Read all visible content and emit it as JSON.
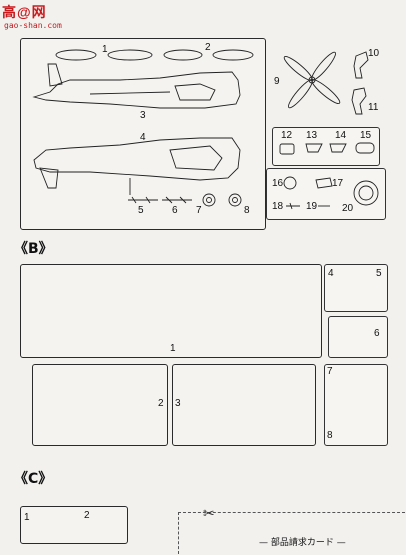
{
  "watermark": {
    "logo": "高@网",
    "url": "gao-shan.com"
  },
  "sections": {
    "b": "《B》",
    "c": "《C》"
  },
  "frame_a": {
    "parts": [
      "1",
      "2",
      "3",
      "4",
      "5",
      "6",
      "7",
      "8",
      "9",
      "10",
      "11",
      "12",
      "13",
      "14",
      "15",
      "16",
      "17",
      "18",
      "19",
      "20"
    ]
  },
  "frame_b": {
    "parts": [
      "1",
      "2",
      "3",
      "4",
      "5",
      "6",
      "7",
      "8"
    ]
  },
  "frame_c": {
    "parts": [
      "1",
      "2"
    ]
  },
  "parts_card": {
    "title": "— 部品請求カード —"
  }
}
